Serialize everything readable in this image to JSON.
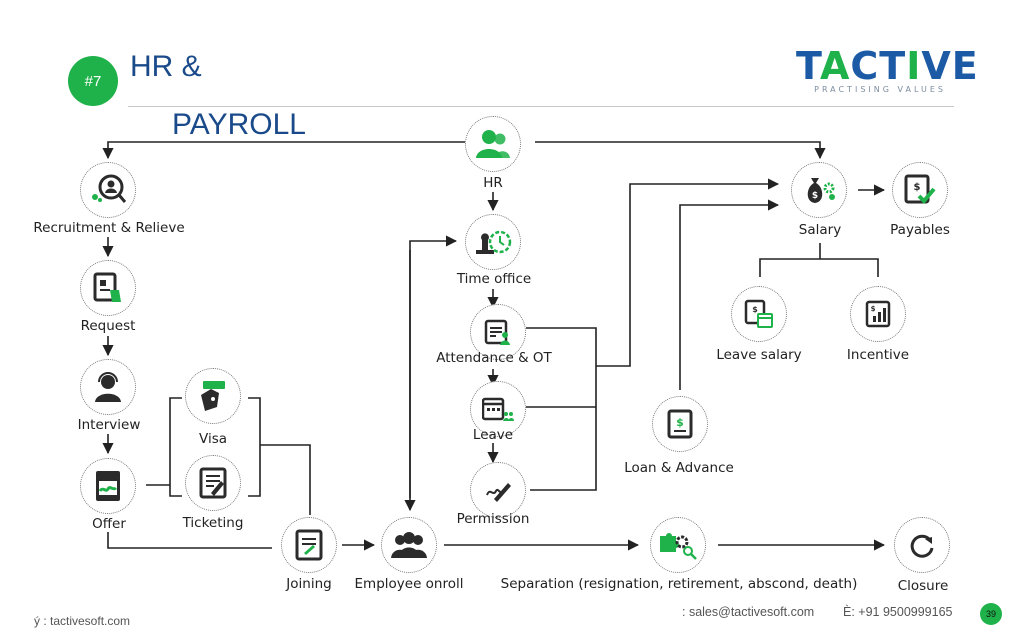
{
  "slide": {
    "number": "#7",
    "title_line1": "HR &",
    "title_line2": "PAYROLL"
  },
  "logo": {
    "brand": "TACTIVE",
    "tagline": "PRACTISING VALUES"
  },
  "nodes": {
    "hr": "HR",
    "recruitment": "Recruitment & Relieve",
    "request": "Request",
    "interview": "Interview",
    "offer": "Offer",
    "visa": "Visa",
    "ticketing": "Ticketing",
    "joining": "Joining",
    "employee_onroll": "Employee onroll",
    "time_office": "Time office",
    "attendance": "Attendance & OT",
    "leave": "Leave",
    "permission": "Permission",
    "loan": "Loan & Advance",
    "salary": "Salary",
    "payables": "Payables",
    "leave_salary": "Leave salary",
    "incentive": "Incentive",
    "separation": "Separation (resignation, retirement, abscond, death)",
    "closure": "Closure"
  },
  "footer": {
    "website": "ý : tactivesoft.com",
    "email": ": sales@tactivesoft.com",
    "phone": "È: +91 9500999165",
    "page": "39"
  },
  "colors": {
    "accent_green": "#1fb24a",
    "title_blue": "#1a4a8a",
    "logo_blue": "#1c5aa6",
    "icon_dark": "#2b2b2b"
  }
}
